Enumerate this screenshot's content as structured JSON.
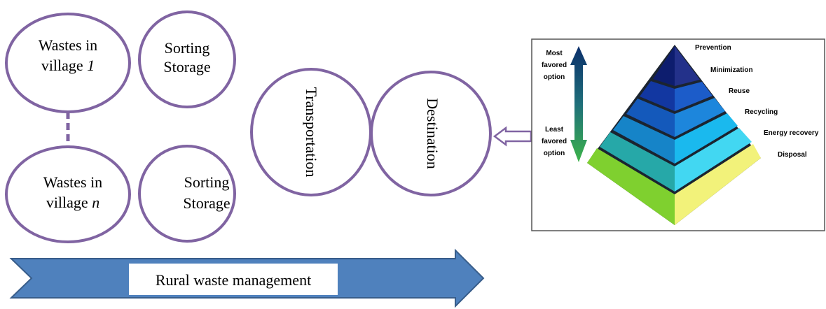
{
  "flow": {
    "village_1": {
      "line1": "Wastes in",
      "line2_prefix": "village ",
      "line2_var": "1"
    },
    "village_n": {
      "line1": "Wastes in",
      "line2_prefix": "village ",
      "line2_var": "n"
    },
    "sorting_1": {
      "line1": "Sorting",
      "line2": "Storage"
    },
    "sorting_2": {
      "line1": "Sorting",
      "line2": "Storage"
    },
    "transportation": "Transportation",
    "destination": "Destination",
    "banner": "Rural waste management"
  },
  "hierarchy": {
    "top_label": [
      "Most",
      "favored",
      "option"
    ],
    "bottom_label": [
      "Least",
      "favored",
      "option"
    ],
    "levels": [
      "Prevention",
      "Minimization",
      "Reuse",
      "Recycling",
      "Energy recovery",
      "Disposal"
    ],
    "colors": {
      "ellipse_stroke": "#8064a2",
      "banner_fill": "#4f81bd",
      "banner_stroke": "#385d8a",
      "arrow_top": "#0b2f6b",
      "arrow_bottom": "#3cb34a"
    }
  }
}
